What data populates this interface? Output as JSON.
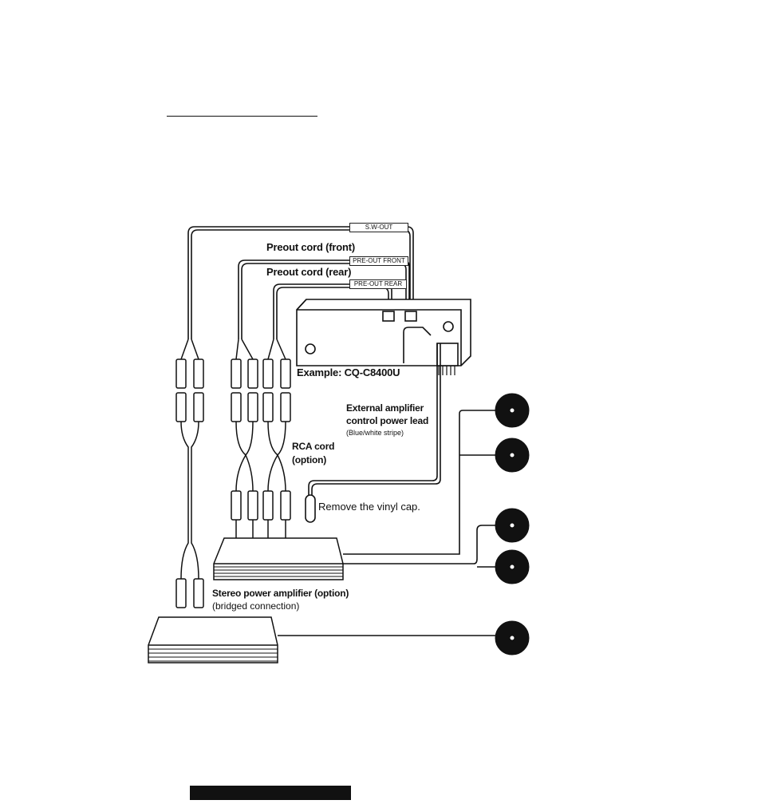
{
  "labels": {
    "sw_out": "S.W-OUT",
    "preout_front_cord": "Preout cord (front)",
    "preout_front_tag": "PRE-OUT FRONT",
    "preout_rear_cord": "Preout cord (rear)",
    "preout_rear_tag": "PRE-OUT REAR",
    "example_unit": "Example: CQ-C8400U",
    "ext_amp_line1": "External amplifier",
    "ext_amp_line2": "control power lead",
    "ext_amp_note": "(Blue/white stripe)",
    "rca_line1": "RCA cord",
    "rca_line2": "(option)",
    "remove_cap": "Remove the vinyl cap.",
    "stereo_amp": "Stereo power amplifier (option)",
    "bridged": "(bridged connection)"
  },
  "colors": {
    "ink": "#111111",
    "paper": "#ffffff"
  }
}
